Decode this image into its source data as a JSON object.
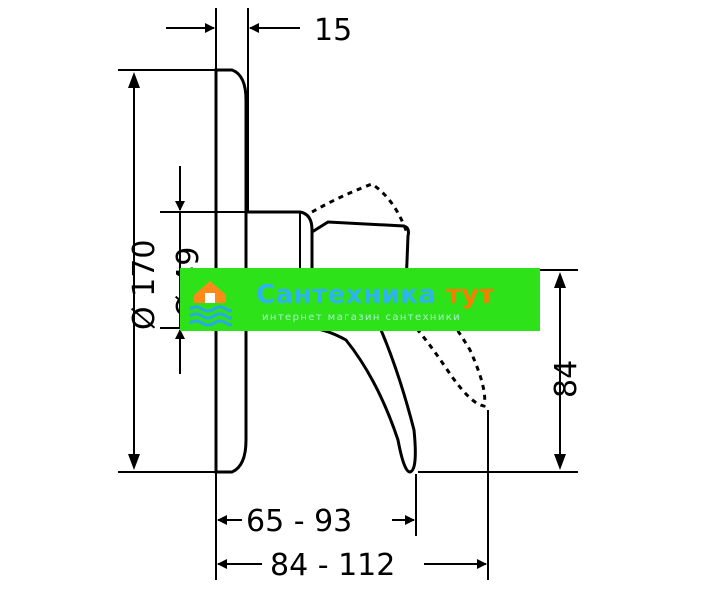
{
  "dimensions": {
    "top_offset": "15",
    "plate_diameter": "Ø 170",
    "body_diameter": "Ø 49",
    "height": "84",
    "projection_short": "65 - 93",
    "projection_long": "84 - 112"
  },
  "watermark": {
    "brand_main": "Сантехника",
    "brand_accent": "тут",
    "tagline": "интернет магазин сантехники",
    "background_color": "#2ee21a",
    "brand_color": "#2fb3f0",
    "accent_color": "#ff7a00"
  },
  "icons": {
    "logo": "house-on-waves-icon"
  }
}
